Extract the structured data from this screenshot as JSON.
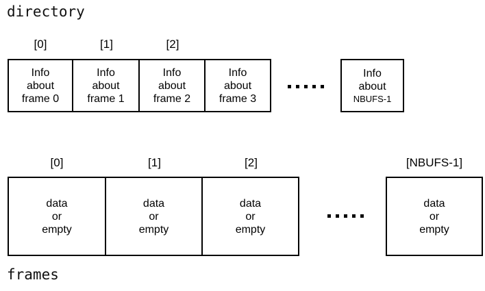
{
  "diagram": {
    "directory_section": {
      "caption": "directory",
      "index_labels": [
        "[0]",
        "[1]",
        "[2]"
      ],
      "cells": [
        {
          "line1": "Info",
          "line2": "about",
          "line3": "frame 0"
        },
        {
          "line1": "Info",
          "line2": "about",
          "line3": "frame 1"
        },
        {
          "line1": "Info",
          "line2": "about",
          "line3": "frame 2"
        },
        {
          "line1": "Info",
          "line2": "about",
          "line3": "frame 3"
        }
      ],
      "ellipsis": "·····",
      "last_cell": {
        "line1": "Info",
        "line2": "about",
        "line3": "NBUFS-1"
      }
    },
    "frames_section": {
      "caption": "frames",
      "index_labels": [
        "[0]",
        "[1]",
        "[2]"
      ],
      "last_index_label": "[NBUFS-1]",
      "cells": [
        {
          "line1": "data",
          "line2": "or",
          "line3": "empty"
        },
        {
          "line1": "data",
          "line2": "or",
          "line3": "empty"
        },
        {
          "line1": "data",
          "line2": "or",
          "line3": "empty"
        }
      ],
      "ellipsis": "·····",
      "last_cell": {
        "line1": "data",
        "line2": "or",
        "line3": "empty"
      }
    },
    "colors": {
      "stroke": "#000000",
      "background": "#ffffff",
      "text": "#000000"
    }
  }
}
